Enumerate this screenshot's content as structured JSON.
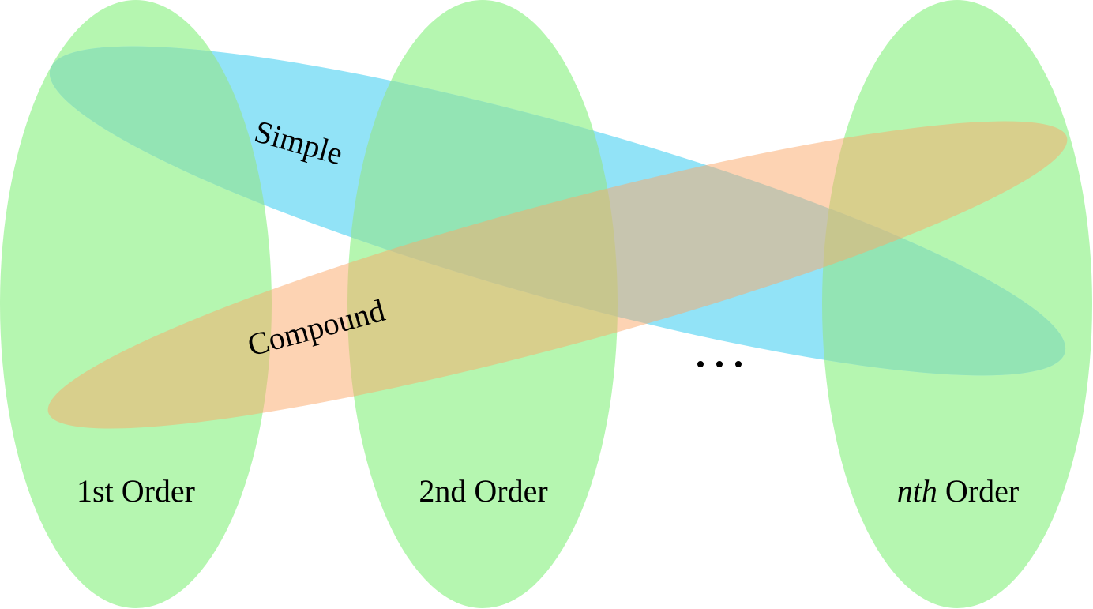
{
  "diagram": {
    "orders": [
      {
        "prefix": "",
        "label": "1st Order"
      },
      {
        "prefix": "",
        "label": "2nd Order"
      },
      {
        "prefix": "nth",
        "label": " Order"
      }
    ],
    "bands": {
      "simple": {
        "label": "Simple"
      },
      "compound": {
        "label": "Compound"
      }
    },
    "gap_marker": "...",
    "colors": {
      "order_fill": "#b5f6b0",
      "simple_fill": "#92e3f7",
      "simple_overlap": "#93e4b4",
      "compound_fill": "#fba867",
      "compound_opacity": 0.5
    }
  }
}
